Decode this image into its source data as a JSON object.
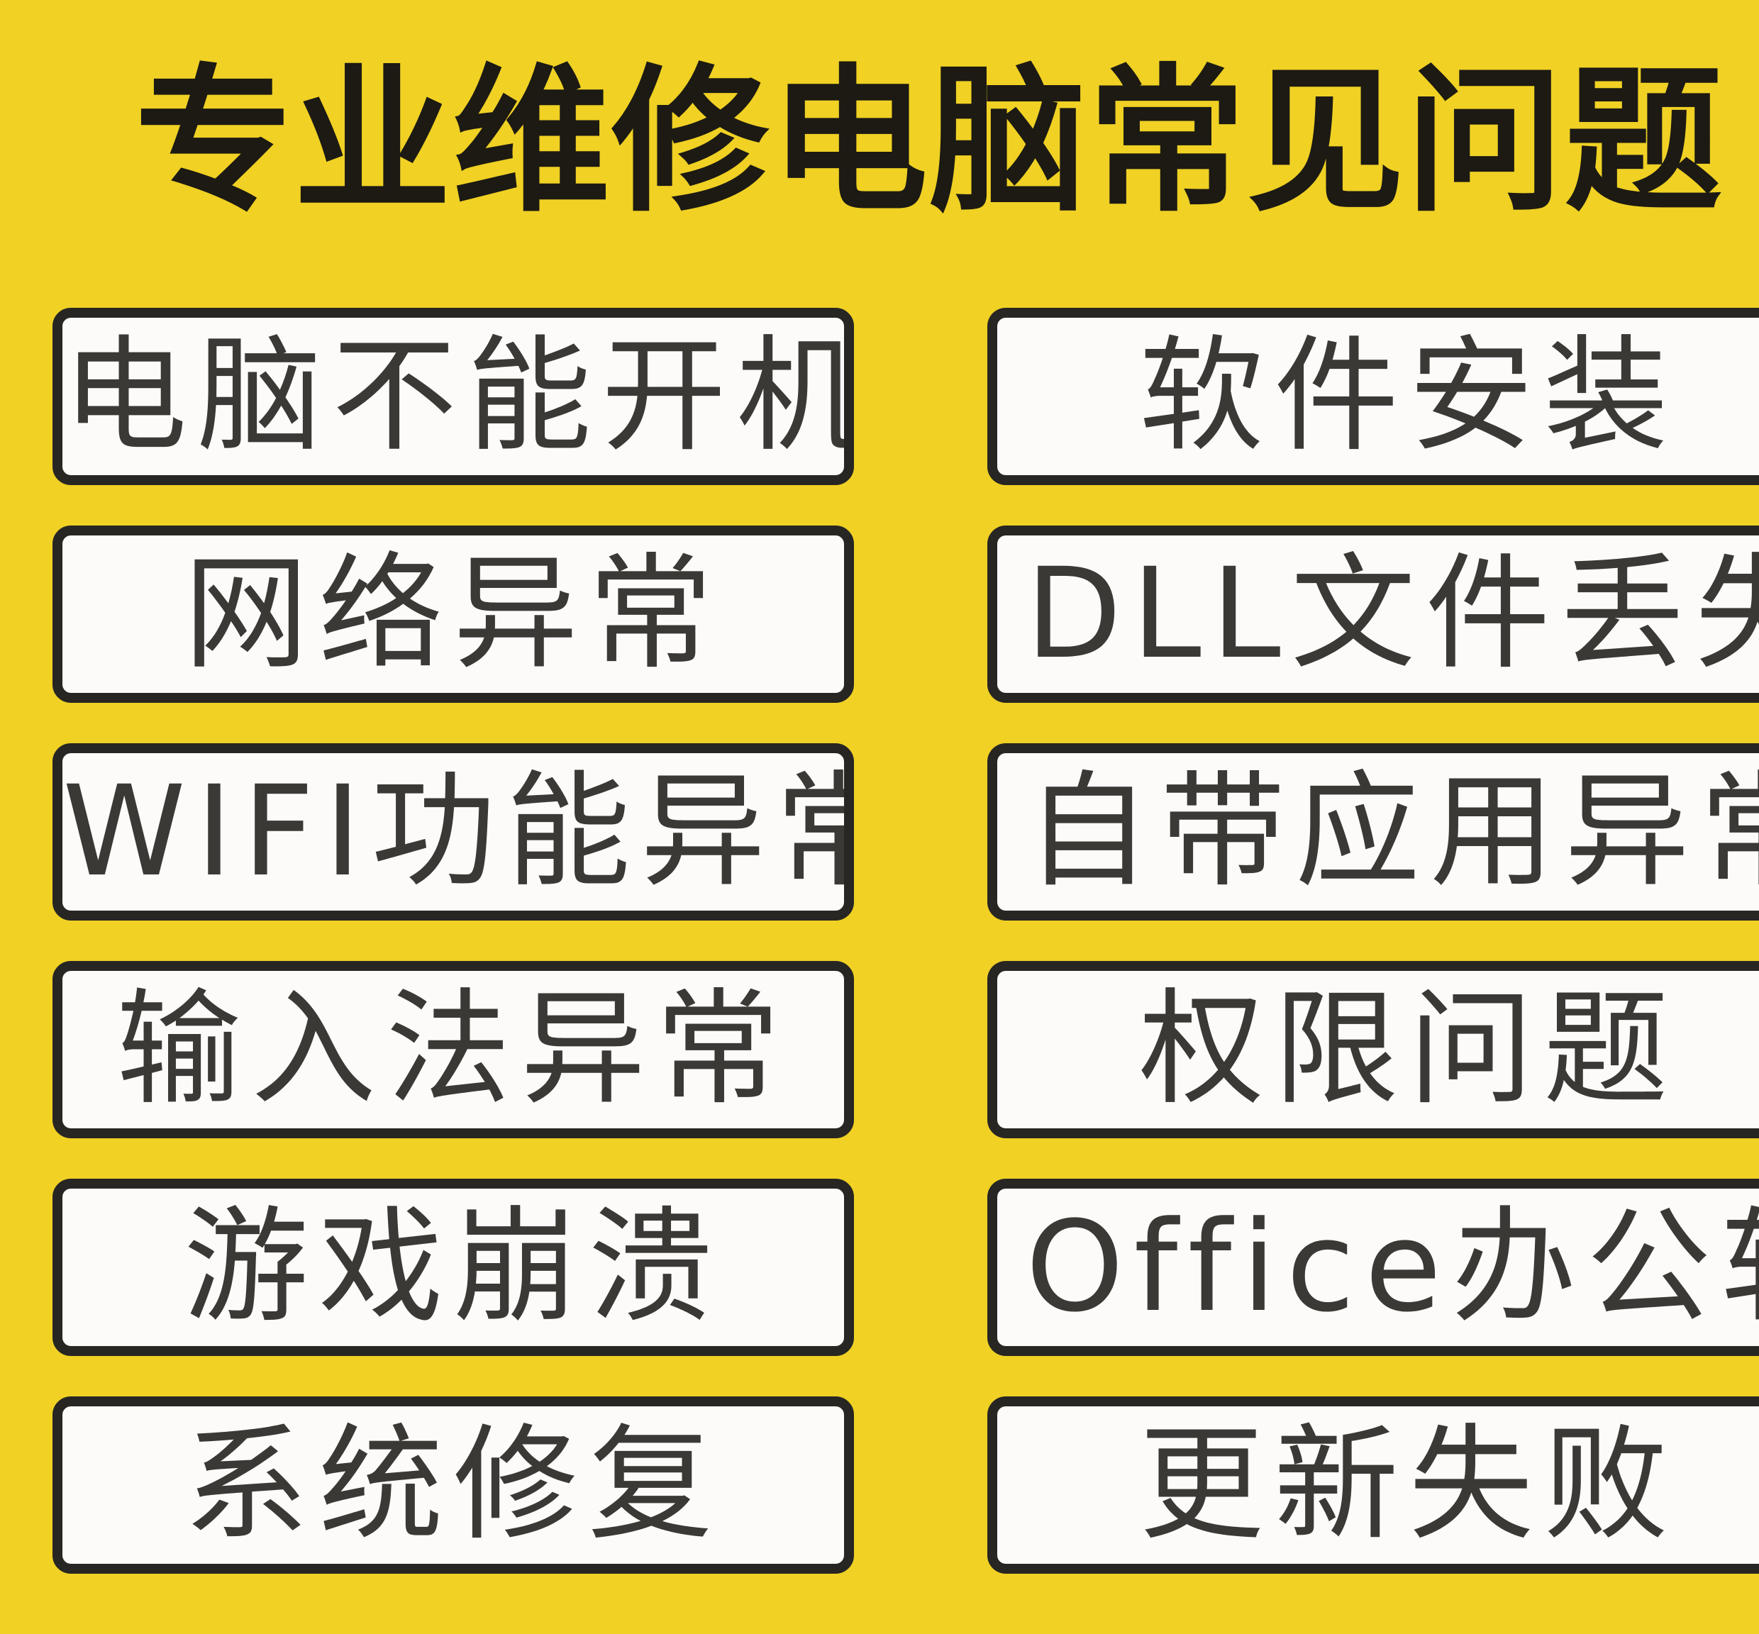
{
  "header": {
    "title": "专业维修电脑常见问题"
  },
  "left_column": [
    {
      "label": "电脑不能开机"
    },
    {
      "label": "网络异常"
    },
    {
      "label": "WIFI功能异常"
    },
    {
      "label": "输入法异常"
    },
    {
      "label": "游戏崩溃"
    },
    {
      "label": "系统修复"
    }
  ],
  "right_column": [
    {
      "label": "软件安装"
    },
    {
      "label": "DLL文件丢失"
    },
    {
      "label": "自带应用异常"
    },
    {
      "label": "权限问题"
    },
    {
      "label": "Office办公软件"
    },
    {
      "label": "更新失败"
    }
  ],
  "colors": {
    "background": "#f0d124",
    "card_fill": "#fdfbf9",
    "card_border": "#272623",
    "text_dark": "#1c1a13",
    "card_text": "#3a3936"
  }
}
